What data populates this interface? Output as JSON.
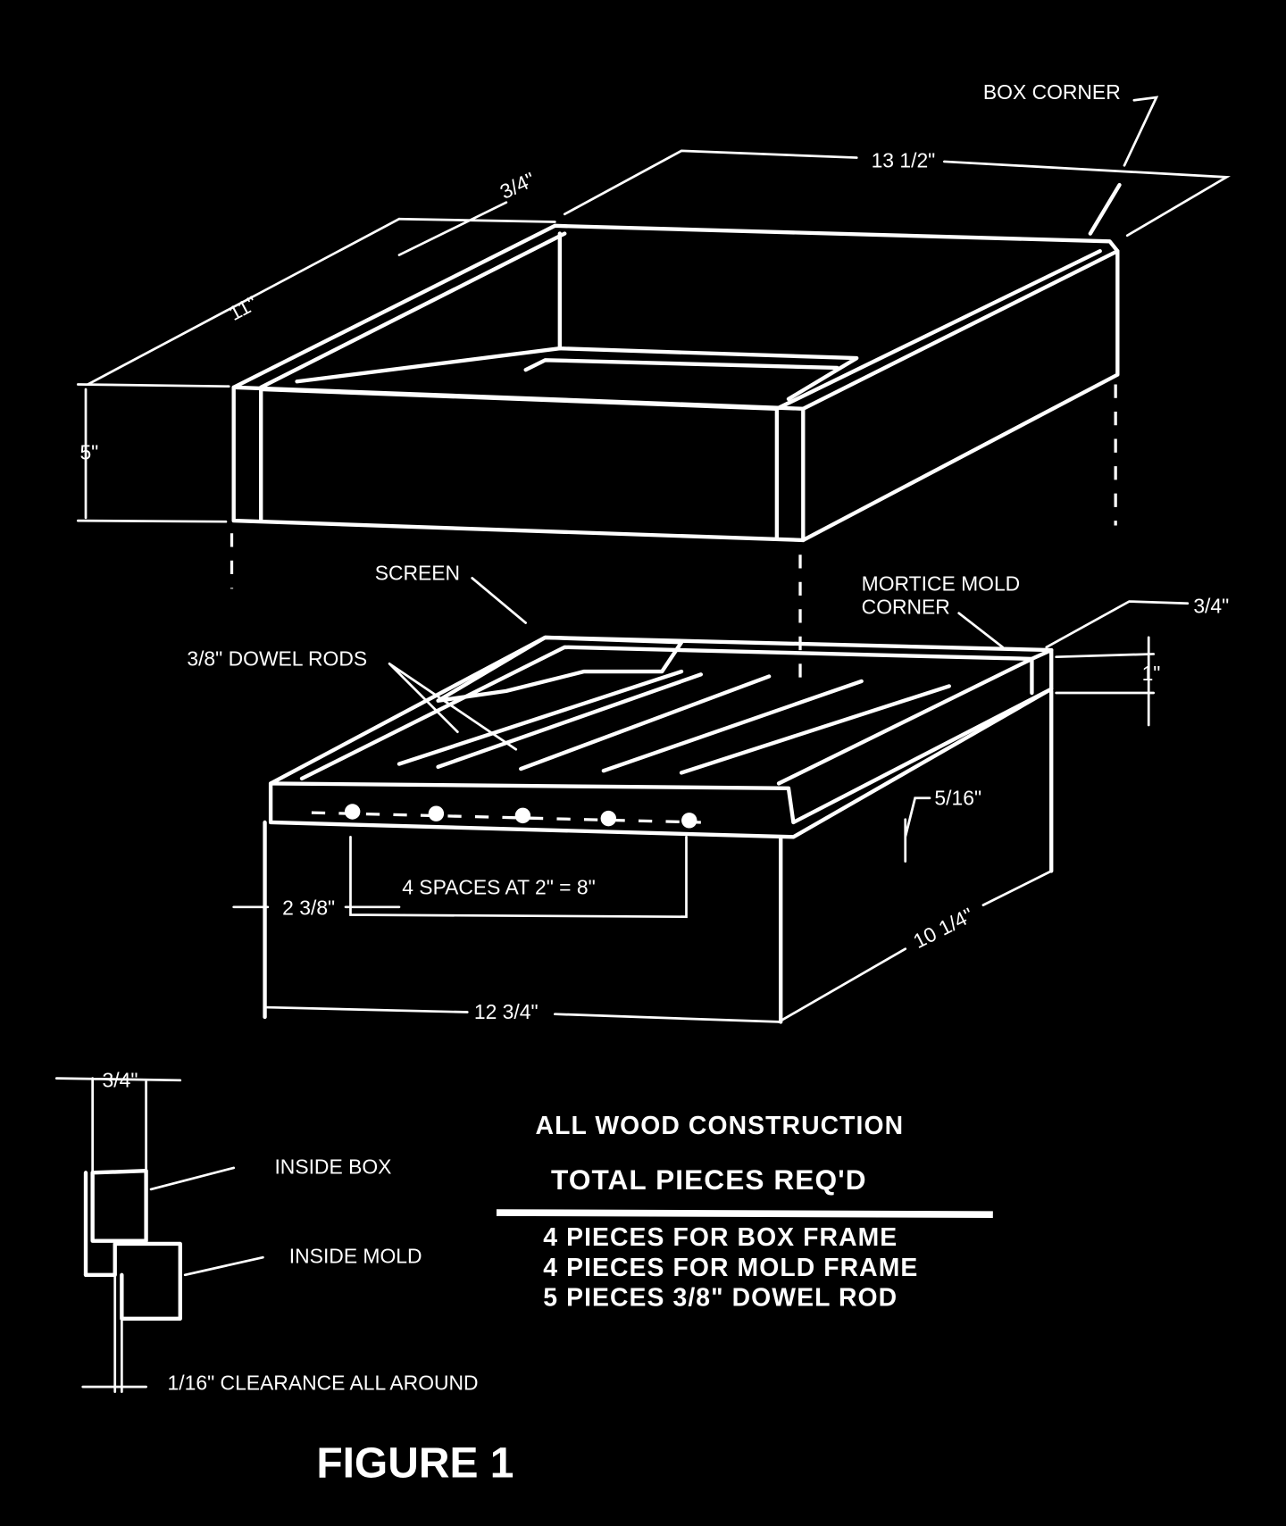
{
  "labels": {
    "box_corner": "BOX CORNER",
    "length_box": "13 1/2\"",
    "frame_width_top": "3/4\"",
    "width_box": "11\"",
    "height_box": "5\"",
    "screen": "SCREEN",
    "mortice_mold_corner_1": "MORTICE MOLD",
    "mortice_mold_corner_2": "CORNER",
    "frame_width_mold": "3/4\"",
    "dowel_rods": "3/8\"  DOWEL RODS",
    "mold_height": "1\"",
    "dowel_offset": "5/16\"",
    "spaces": "4 SPACES AT 2\" = 8\"",
    "edge_offset": "2 3/8\"",
    "width_mold": "10 1/4\"",
    "length_mold": "12 3/4\"",
    "detail_width": "3/4\"",
    "inside_box": "INSIDE BOX",
    "inside_mold": "INSIDE MOLD",
    "clearance": "1/16\" CLEARANCE  ALL AROUND"
  },
  "notes": {
    "construction": "ALL WOOD CONSTRUCTION",
    "heading": "TOTAL PIECES REQ'D",
    "items": [
      "4 PIECES FOR BOX FRAME",
      "4 PIECES FOR MOLD FRAME",
      "5 PIECES 3/8\" DOWEL ROD"
    ]
  },
  "caption": "FIGURE 1"
}
